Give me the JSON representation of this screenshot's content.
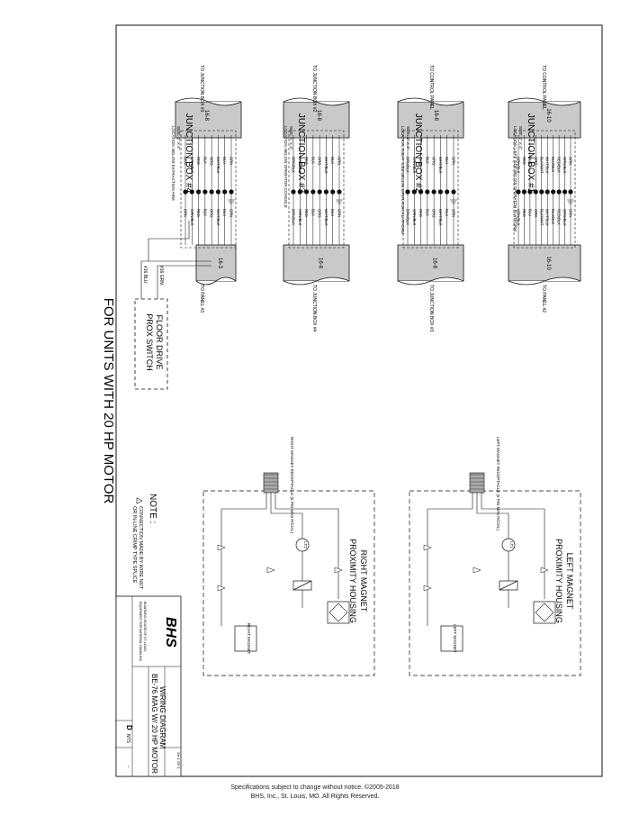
{
  "main_title": "FOR UNITS WITH 20 HP MOTOR",
  "footer": {
    "line1": "Specifications subject to change without notice. ©2005-2018",
    "line2": "BHS, Inc., St. Louis, MO. All Rights Reserved."
  },
  "junction_boxes": [
    {
      "title": "JUNCTION BOX #1",
      "size": "SIZE: 2\" X 4\"",
      "location": "LOCATION: LEFT SIDE BELOW OPERATOR PLATFORM",
      "cable_in": "16-10",
      "cable_out": "16-10",
      "to_top": "TO CONTROL PANEL",
      "to_bottom": "TO PANEL #2",
      "wires": [
        "GRN",
        "ORG/BLK",
        "RED/BLK",
        "BLU/BLK",
        "WHT/BLK",
        "BLK/WHT",
        "ORG",
        "BLU",
        "RED",
        "GRN/BLK"
      ]
    },
    {
      "title": "JUNCTION BOX #2",
      "size": "SIZE: 2\" X 4\"",
      "location": "LOCATION: RIGHT SIDE BELOW OPERATOR PLATFORM",
      "cable_in": "16-8",
      "cable_out": "16-8",
      "to_top": "TO CONTROL PANEL",
      "to_bottom": "TO JUNCTION BOX #3",
      "wires": [
        "GRN",
        "BLU",
        "WHT/BLK",
        "ORG",
        "BLK",
        "RED",
        "GRN/BLK",
        "BRN/BLK"
      ]
    },
    {
      "title": "JUNCTION BOX #3",
      "size": "SIZE: 2\" X 4\"",
      "location": "LOCATION: BELOW OPERATOR CONSOLE",
      "cable_in": "16-8",
      "cable_out": "16-8",
      "to_top": "TO JUNCTION BOX #2",
      "to_bottom": "TO JUNCTION BOX #4",
      "wires": [
        "GRN",
        "BLU",
        "WHT/BLK",
        "ORG",
        "BLK",
        "RED",
        "GRN/BLK",
        "BRN/BLK"
      ]
    },
    {
      "title": "JUNCTION BOX #4",
      "size": "SIZE: 2\" X 4\"",
      "location": "LOCATION: BELOW EXTRACTION ARM",
      "cable_in": "16-8",
      "cable_out": "16-3",
      "to_top": "TO JUNCTION BOX #3",
      "to_bottom": "TO PANEL #3",
      "wires": [
        "GRN",
        "BLU",
        "WHT/BLK",
        "ORG",
        "BLK",
        "RED",
        "GRN/BLK",
        "BRN"
      ]
    }
  ],
  "floor_switch": {
    "label_1": "FLOOR DRIVE",
    "label_2": "PROX SWITCH",
    "wire_a": "#16 GRN",
    "wire_b": "#16 BLU"
  },
  "prox_housings": [
    {
      "title_1": "LEFT MAGNET",
      "title_2": "PROXIMITY HOUSING",
      "receptacle": "LEFT MAGNET RECEPTACLE (5 PIN MINI P/C/AL)",
      "light": "LT1",
      "magnet": "LEFT MAGNET"
    },
    {
      "title_1": "RIGHT MAGNET",
      "title_2": "PROXIMITY HOUSING",
      "receptacle": "RIGHT MAGNET RECEPTACLE (5 PIN MINI P/C/AL)",
      "light": "LT2",
      "magnet": "RIGHT MAGNET"
    }
  ],
  "note": {
    "heading": "NOTE :",
    "line_1": "CONNECTION MADE BY WIRE NUT",
    "line_2": "OR IN-LINE CRIMP TYPE SPLICE"
  },
  "title_block": {
    "logo": "BHS",
    "company_1": "BOARDING HOUSE OF ST. LOUIS",
    "company_2": "EQUIPMENT FOR MATERIAL HANDLING",
    "drawing_title_1": "WIRING DIAGRAM",
    "drawing_title_2": "BE-76 MAG W/ 20 HP MOTOR",
    "size": "D",
    "scale": "NTS",
    "rev": "-",
    "sheet": "SH 1 OF 1"
  },
  "colors": {
    "line": "#111111",
    "cable_fill": "#c9c9c9",
    "paper": "#ffffff"
  }
}
